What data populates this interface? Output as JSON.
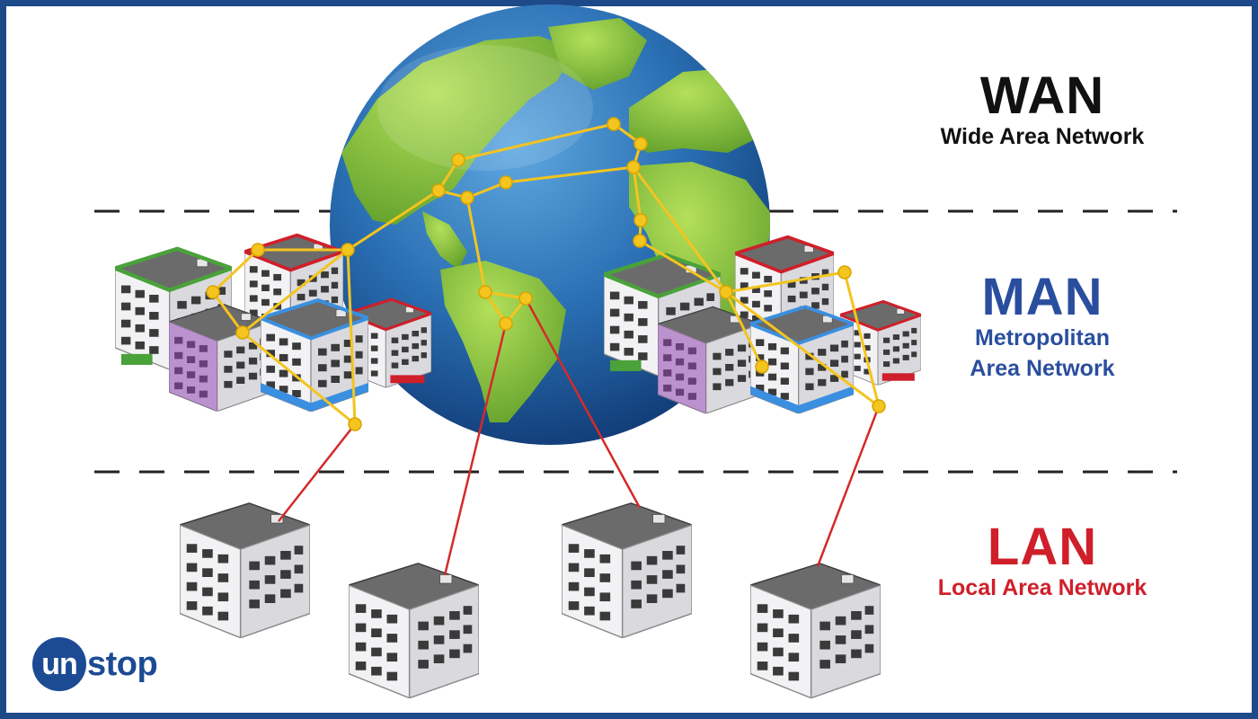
{
  "levels": {
    "wan": {
      "title": "WAN",
      "subtitle": "Wide Area Network",
      "color": "#111111"
    },
    "man": {
      "title": "MAN",
      "subtitle_line1": "Metropolitan",
      "subtitle_line2": "Area Network",
      "color": "#2a4e9e"
    },
    "lan": {
      "title": "LAN",
      "subtitle": "Local Area Network",
      "color": "#cf1f2a"
    }
  },
  "brand": {
    "badge_text": "un",
    "rest_text": "stop",
    "color": "#1c4b94"
  },
  "colors": {
    "frame": "#1e4a8a",
    "ocean": "#2a6fb3",
    "land": "#8cc63f",
    "link_yellow": "#f4c41f",
    "link_red": "#d42a2a",
    "divider": "#222222"
  },
  "icons": [
    "globe-icon",
    "building-icon",
    "network-node-icon"
  ]
}
